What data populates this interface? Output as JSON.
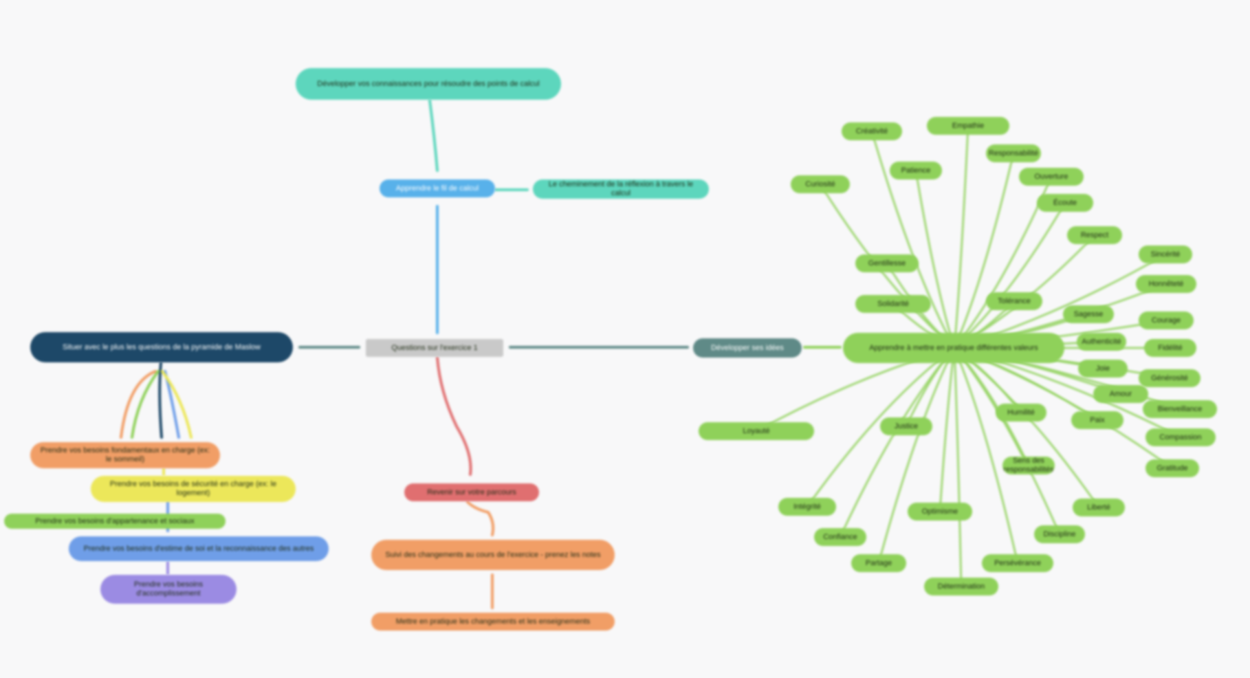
{
  "mindmap": {
    "root": {
      "label": "Questions sur l'exercice 1"
    },
    "colors": {
      "teal": "#5dd6bd",
      "blue": "#58b1ea",
      "navy": "#1d4868",
      "slate": "#5f8a87",
      "red": "#e06f70",
      "orange": "#f19e66",
      "yellow": "#ece75a",
      "green": "#8fd15a",
      "cornflower": "#6f9ee8",
      "purple": "#9b8be3",
      "gray": "#c9c9c9"
    },
    "nodes": [
      {
        "id": "root",
        "label": "Questions sur l'exercice 1",
        "color": "gray"
      },
      {
        "id": "top-teal",
        "label": "Développer vos connaissances pour résoudre des points de calcul",
        "color": "teal"
      },
      {
        "id": "blue-mid",
        "label": "Apprendre le fil de calcul",
        "color": "blue"
      },
      {
        "id": "teal-right",
        "label": "Le cheminement de la réflexion à travers le calcul",
        "color": "teal"
      },
      {
        "id": "navy-left",
        "label": "Situer avec le plus les questions de la pyramide de Maslow",
        "color": "navy"
      },
      {
        "id": "slate-right",
        "label": "Développer ses idées",
        "color": "slate"
      },
      {
        "id": "red-mid",
        "label": "Revenir sur votre parcours",
        "color": "red"
      },
      {
        "id": "orange-mid",
        "label": "Suivi des changements au cours de l'exercice - prenez les notes",
        "color": "orange"
      },
      {
        "id": "orange-bottom",
        "label": "Mettre en pratique les changements et les enseignements",
        "color": "orange"
      },
      {
        "id": "left-orange",
        "label": "Prendre vos besoins fondamentaux en charge (ex: le sommeil)",
        "color": "orange"
      },
      {
        "id": "left-yellow",
        "label": "Prendre vos besoins de sécurité en charge (ex: le logement)",
        "color": "yellow"
      },
      {
        "id": "left-green",
        "label": "Prendre vos besoins d'appartenance et sociaux",
        "color": "green"
      },
      {
        "id": "left-cornflower",
        "label": "Prendre vos besoins d'estime de soi et la reconnaissance des autres",
        "color": "cornflower"
      },
      {
        "id": "left-purple",
        "label": "Prendre vos besoins d'accomplissement",
        "color": "purple"
      },
      {
        "id": "green-center",
        "label": "Apprendre à mettre en pratique différentes valeurs",
        "color": "green"
      },
      {
        "id": "g-01",
        "label": "Créativité",
        "color": "green"
      },
      {
        "id": "g-02",
        "label": "Empathie",
        "color": "green"
      },
      {
        "id": "g-03",
        "label": "Responsabilité",
        "color": "green"
      },
      {
        "id": "g-04",
        "label": "Patience",
        "color": "green"
      },
      {
        "id": "g-05",
        "label": "Curiosité",
        "color": "green"
      },
      {
        "id": "g-06",
        "label": "Ouverture",
        "color": "green"
      },
      {
        "id": "g-07",
        "label": "Écoute",
        "color": "green"
      },
      {
        "id": "g-08",
        "label": "Respect",
        "color": "green"
      },
      {
        "id": "g-09",
        "label": "Sincérité",
        "color": "green"
      },
      {
        "id": "g-10",
        "label": "Honnêteté",
        "color": "green"
      },
      {
        "id": "g-11",
        "label": "Courage",
        "color": "green"
      },
      {
        "id": "g-12",
        "label": "Fidélité",
        "color": "green"
      },
      {
        "id": "g-13",
        "label": "Générosité",
        "color": "green"
      },
      {
        "id": "g-14",
        "label": "Bienveillance",
        "color": "green"
      },
      {
        "id": "g-15",
        "label": "Compassion",
        "color": "green"
      },
      {
        "id": "g-16",
        "label": "Gratitude",
        "color": "green"
      },
      {
        "id": "g-17",
        "label": "Gentillesse",
        "color": "green"
      },
      {
        "id": "g-18",
        "label": "Solidarité",
        "color": "green"
      },
      {
        "id": "g-19",
        "label": "Tolérance",
        "color": "green"
      },
      {
        "id": "g-20",
        "label": "Humilité",
        "color": "green"
      },
      {
        "id": "g-21",
        "label": "Loyauté",
        "color": "green"
      },
      {
        "id": "g-22",
        "label": "Justice",
        "color": "green"
      },
      {
        "id": "g-23",
        "label": "Sens des responsabilités",
        "color": "green"
      },
      {
        "id": "g-24",
        "label": "Intégrité",
        "color": "green"
      },
      {
        "id": "g-25",
        "label": "Confiance",
        "color": "green"
      },
      {
        "id": "g-26",
        "label": "Partage",
        "color": "green"
      },
      {
        "id": "g-27",
        "label": "Optimisme",
        "color": "green"
      },
      {
        "id": "g-28",
        "label": "Détermination",
        "color": "green"
      },
      {
        "id": "g-29",
        "label": "Persévérance",
        "color": "green"
      },
      {
        "id": "g-30",
        "label": "Discipline",
        "color": "green"
      },
      {
        "id": "g-31",
        "label": "Liberté",
        "color": "green"
      },
      {
        "id": "g-32",
        "label": "Paix",
        "color": "green"
      },
      {
        "id": "g-33",
        "label": "Amour",
        "color": "green"
      },
      {
        "id": "g-34",
        "label": "Joie",
        "color": "green"
      },
      {
        "id": "g-35",
        "label": "Authenticité",
        "color": "green"
      },
      {
        "id": "g-36",
        "label": "Sagesse",
        "color": "green"
      }
    ]
  }
}
